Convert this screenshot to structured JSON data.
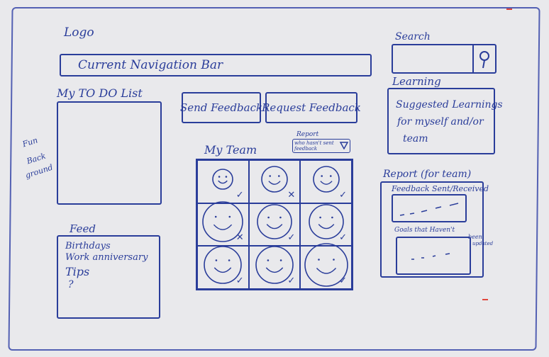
{
  "logo": "Logo",
  "nav_bar": "Current Navigation Bar",
  "search": {
    "label": "Search"
  },
  "learning": {
    "title": "Learning",
    "text_lines": [
      "Suggested Learnings",
      "for myself and/or",
      "team"
    ]
  },
  "todo": {
    "title": "My TO DO List"
  },
  "side_note_lines": [
    "Fun",
    "Back",
    "ground"
  ],
  "feed": {
    "title": "Feed",
    "items": [
      "Birthdays",
      "Work anniversary",
      "Tips",
      "?"
    ]
  },
  "buttons": {
    "send": "Send Feedback",
    "request": "Request Feedback"
  },
  "team": {
    "title": "My Team",
    "report_label": "Report",
    "report_dropdown": "who hasn't sent feedback",
    "cells": [
      {
        "mark": "✓"
      },
      {
        "mark": "✕"
      },
      {
        "mark": "✓"
      },
      {
        "mark": "✕"
      },
      {
        "mark": "✓"
      },
      {
        "mark": "✓"
      },
      {
        "mark": "✓"
      },
      {
        "mark": "✓"
      },
      {
        "mark": "✓"
      }
    ]
  },
  "report_team": {
    "title": "Report (for team)",
    "section1": "Feedback Sent/Received",
    "section2_lines": [
      "Goals that Haven't",
      "been",
      "updated"
    ]
  },
  "colors": {
    "ink": "#2a3d9a",
    "board": "#e9e9ec",
    "marker_red": "#e0463c"
  }
}
